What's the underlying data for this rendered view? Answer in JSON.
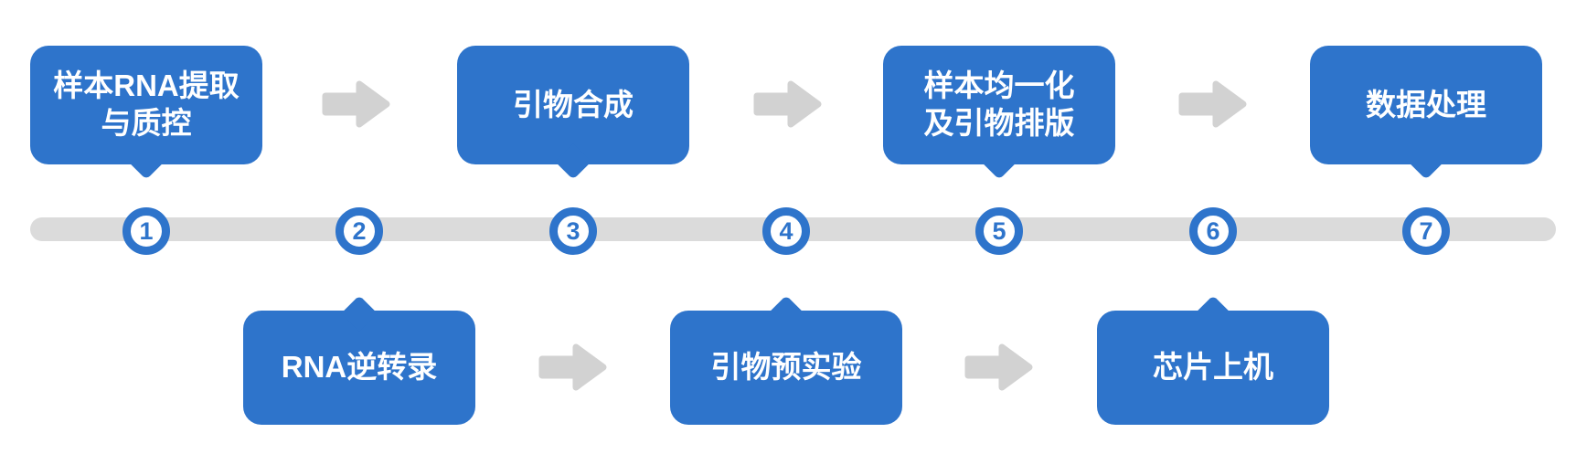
{
  "palette": {
    "primary_blue": "#2e74cb",
    "track_gray": "#dbdbdb",
    "arrow_gray": "#d2d2d2",
    "label_white": "#ffffff"
  },
  "step_numbers": [
    "1",
    "2",
    "3",
    "4",
    "5",
    "6",
    "7"
  ],
  "top_bubbles": [
    {
      "label": "样本RNA提取\n与质控",
      "points_to_step": "1"
    },
    {
      "label": "引物合成",
      "points_to_step": "3"
    },
    {
      "label": "样本均一化\n及引物排版",
      "points_to_step": "5"
    },
    {
      "label": "数据处理",
      "points_to_step": "7"
    }
  ],
  "bottom_bubbles": [
    {
      "label": "RNA逆转录",
      "points_to_step": "2"
    },
    {
      "label": "引物预实验",
      "points_to_step": "4"
    },
    {
      "label": "芯片上机",
      "points_to_step": "6"
    }
  ]
}
